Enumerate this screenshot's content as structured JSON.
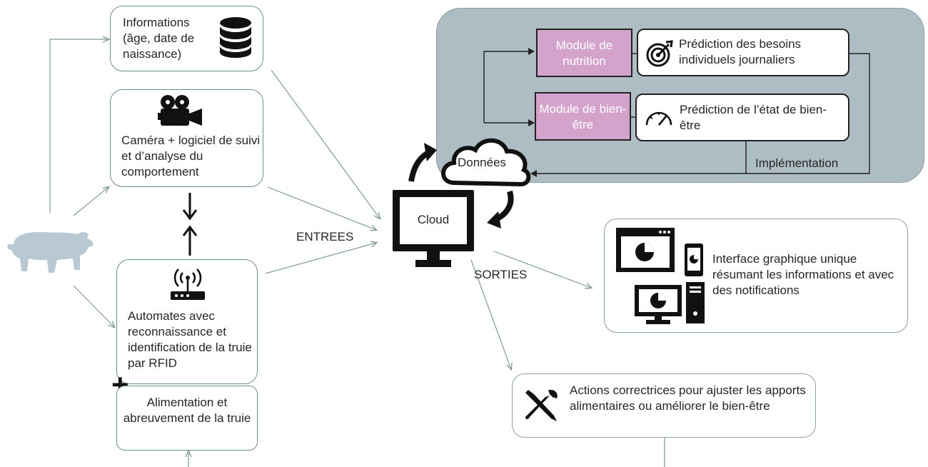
{
  "inputs": {
    "info": "Informations (âge, date de naissance)",
    "camera": "Caméra + logiciel de suivi et d’analyse du comportement",
    "automates": "Automates avec reconnaissance et identification de la truie par RFID",
    "alimentation": "Alimentation et abreuvement de la truie",
    "plus_symbol": "+"
  },
  "flow_labels": {
    "entrees": "ENTREES",
    "sorties": "SORTIES"
  },
  "cloud": {
    "monitor_label": "Cloud",
    "data_label": "Données"
  },
  "panel": {
    "module_nutrition": "Module de nutrition",
    "module_bienetre": "Module de bien-être",
    "prediction_besoins": "Prédiction des besoins individuels journaliers",
    "prediction_etat": "Prédiction de l’état de bien-être",
    "implementation": "Implémentation"
  },
  "outputs": {
    "interface": "Interface graphique unique résumant les informations et avec des notifications",
    "actions": "Actions correctrices pour ajuster les apports alimentaires ou améliorer le bien-être"
  },
  "colors": {
    "panel_bg": "#aebdc3",
    "module_bg": "#d3a3cc",
    "box_border": "#6f8f82",
    "pig": "#b9c9d3",
    "arrow": "#7f9a96"
  }
}
